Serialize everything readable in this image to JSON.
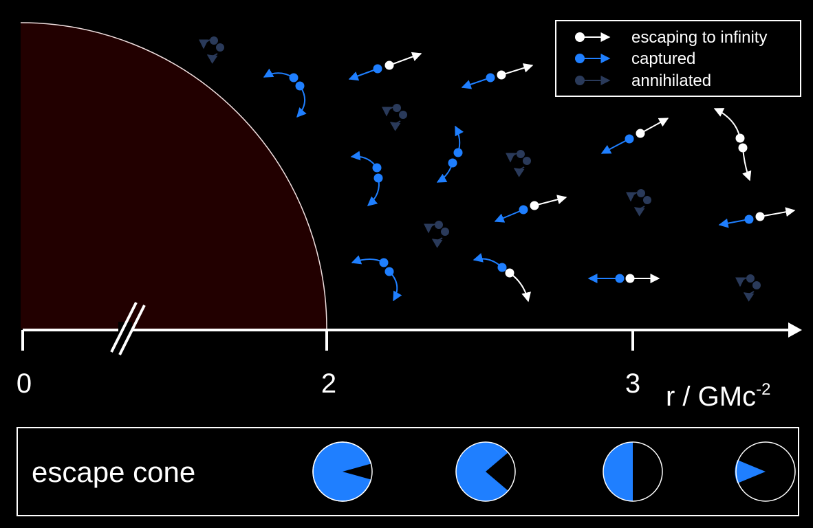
{
  "legend": {
    "escaping": "escaping to infinity",
    "captured": "captured",
    "annihilated": "annihilated"
  },
  "axis": {
    "tick_0": "0",
    "tick_2": "2",
    "tick_3": "3",
    "label_main": "r / GMc",
    "label_sup": "-2"
  },
  "escape_cone": {
    "label": "escape cone"
  },
  "colors": {
    "background": "#000000",
    "black_hole": "#220000",
    "escaping": "#ffffff",
    "captured": "#1f7fff",
    "annihilated": "#2a3a5a"
  }
}
